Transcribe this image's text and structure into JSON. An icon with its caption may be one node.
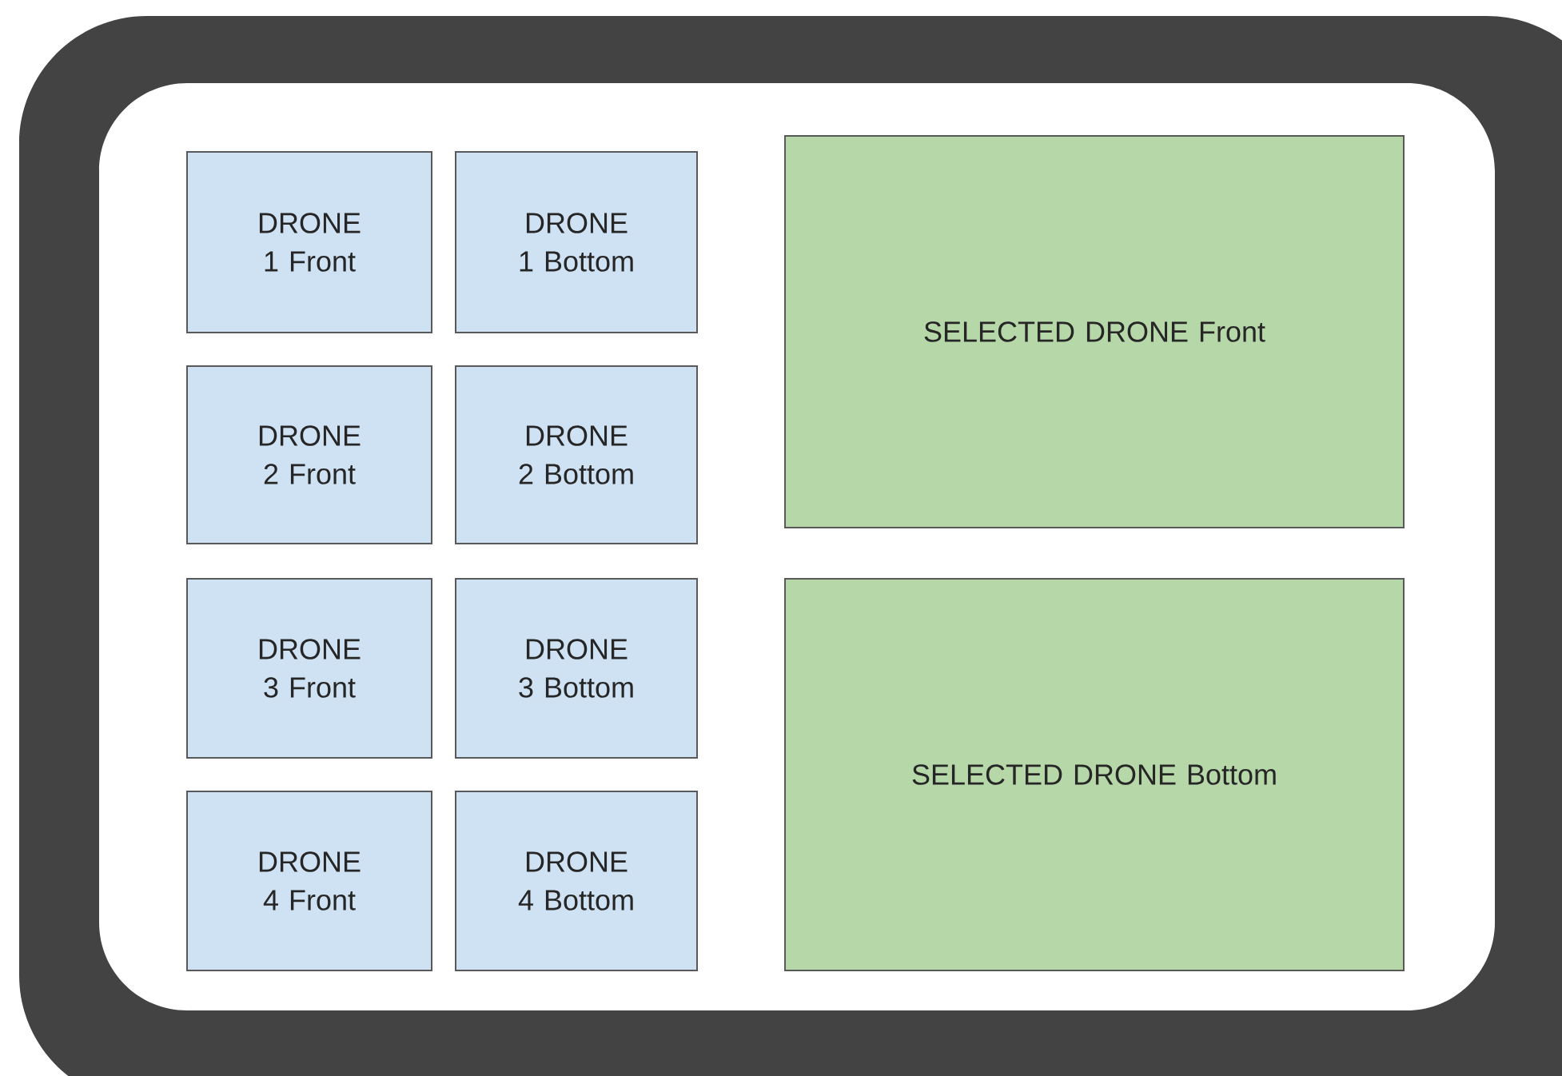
{
  "diagram": {
    "nodes": [
      {
        "text": [
          "DRONE 1 Front"
        ]
      },
      {
        "text": [
          "DRONE 1 Bottom"
        ]
      },
      {
        "text": [
          "DRONE 2 Front"
        ]
      },
      {
        "text": [
          "DRONE 2 Bottom"
        ]
      },
      {
        "text": [
          "SELECTED DRONE Front"
        ]
      },
      {
        "text": [
          "DRONE 3 Front"
        ]
      },
      {
        "text": [
          "DRONE 3 Bottom"
        ]
      },
      {
        "text": [
          "DRONE 4 Front"
        ]
      },
      {
        "text": [
          "DRONE 4 Bottom"
        ]
      },
      {
        "text": [
          "SELECTED DRONE Bottom"
        ]
      }
    ]
  }
}
